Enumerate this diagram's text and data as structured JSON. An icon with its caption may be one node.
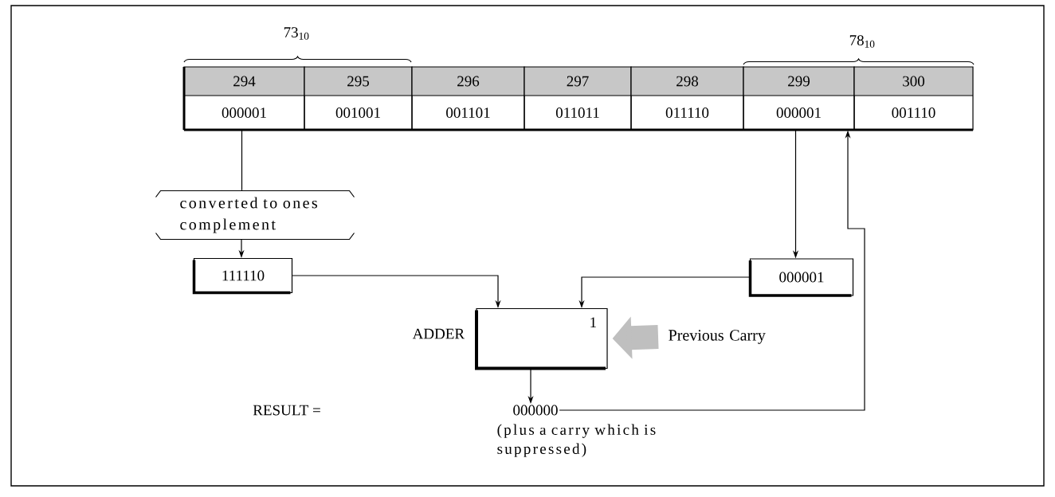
{
  "diagram": {
    "nodes": [
      {
        "text": [
          "294",
          "000001"
        ]
      },
      {
        "text": [
          "295",
          "001001"
        ]
      },
      {
        "text": [
          "296",
          "001101"
        ]
      },
      {
        "text": [
          "297",
          "011011"
        ]
      },
      {
        "text": [
          "298",
          "011110"
        ]
      },
      {
        "text": [
          "299",
          "000001"
        ]
      },
      {
        "text": [
          "300",
          "001110"
        ]
      },
      {
        "text": [
          "converted to ones complement"
        ]
      },
      {
        "text": [
          "111110"
        ]
      },
      {
        "text": [
          "000001"
        ]
      },
      {
        "text": [
          "ADDER",
          "1"
        ]
      },
      {
        "text": [
          "Previous Carry"
        ]
      },
      {
        "text": [
          "000000"
        ],
        "beside": [
          "(plus a carry which is suppressed)"
        ]
      }
    ],
    "edges": [
      {
        "from": 0,
        "to": 7,
        "arrow": "none"
      },
      {
        "from": 7,
        "to": 8,
        "arrow": "to"
      },
      {
        "from": 8,
        "to": 10,
        "arrow": "to"
      },
      {
        "from": 5,
        "to": 9,
        "arrow": "to"
      },
      {
        "from": 9,
        "to": 10,
        "arrow": "to"
      },
      {
        "from": 11,
        "to": 10,
        "arrow": "to",
        "style": "thick",
        "color": "#bfbfbf"
      },
      {
        "from": 10,
        "to": 12,
        "arrow": "to"
      },
      {
        "from": 12,
        "to": 5,
        "arrow": "to"
      }
    ],
    "labels": [
      "73$_{10}$",
      "78$_{10}$",
      "RESULT ="
    ]
  }
}
